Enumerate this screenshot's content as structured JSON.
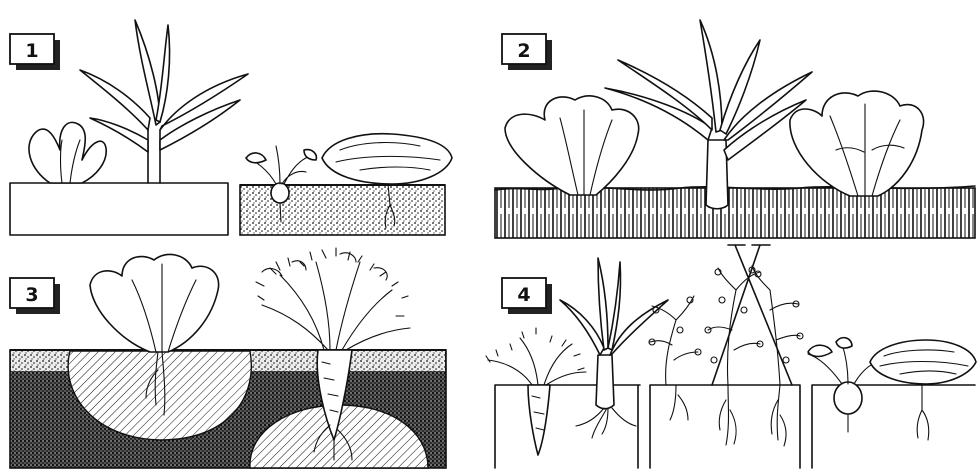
{
  "panels": [
    {
      "number": "1"
    },
    {
      "number": "2"
    },
    {
      "number": "3"
    },
    {
      "number": "4"
    }
  ],
  "colors": {
    "ink": "#111111",
    "paper": "#ffffff"
  }
}
